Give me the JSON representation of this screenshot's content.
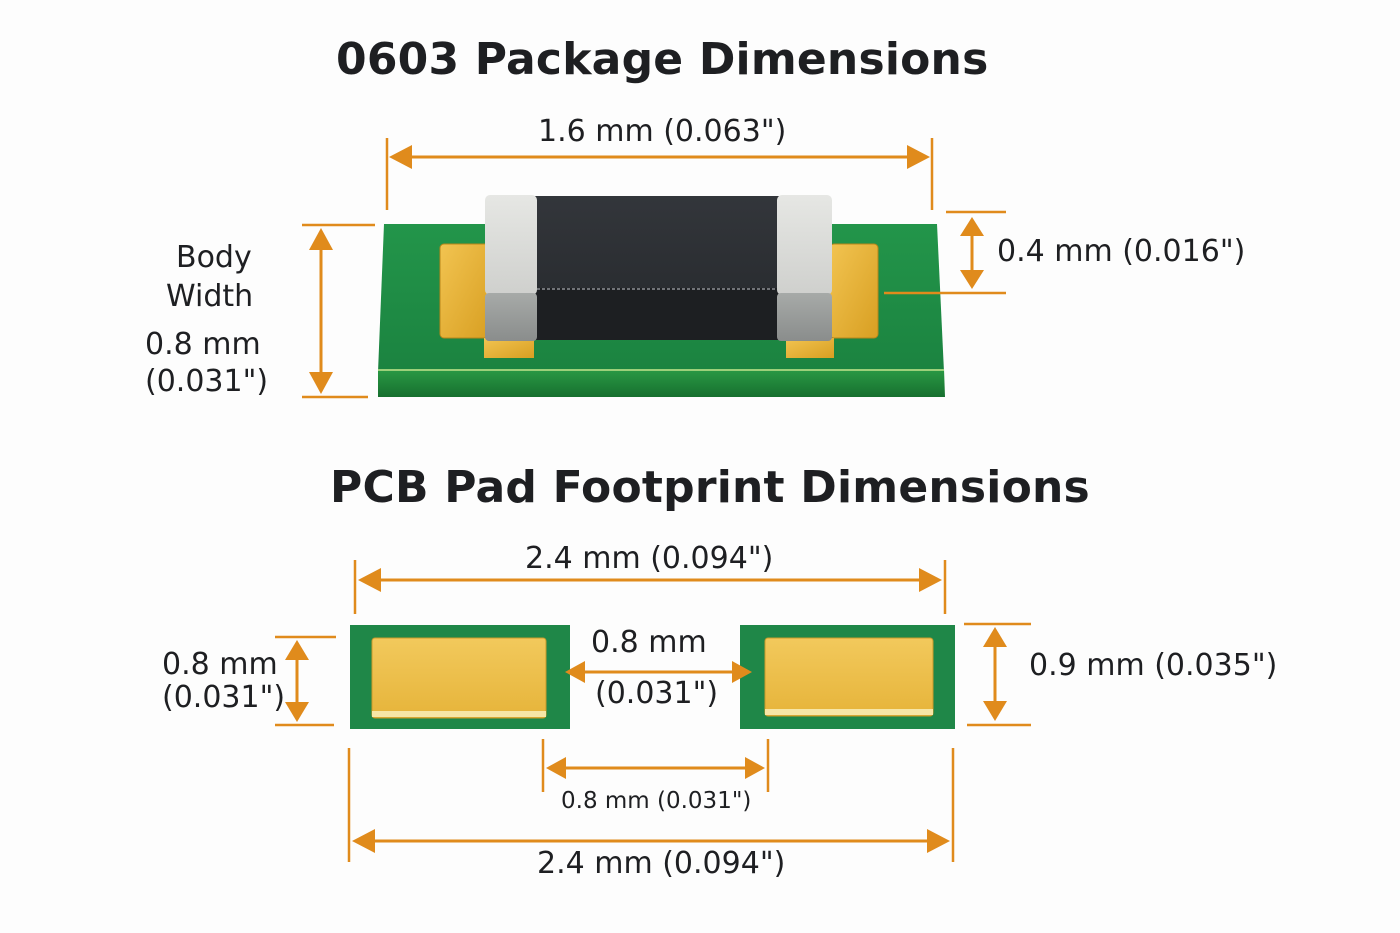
{
  "package_section": {
    "title": "0603 Package Dimensions",
    "length_label": "1.6 mm (0.063\")",
    "body_width_caption_line1": "Body",
    "body_width_caption_line2": "Width",
    "body_width_value": "0.8 mm",
    "body_width_inches": "(0.031\")",
    "height_label": "0.4 mm (0.016\")"
  },
  "footprint_section": {
    "title": "PCB Pad Footprint Dimensions",
    "overall_top_label": "2.4 mm (0.094\")",
    "pad_length_value": "0.8 mm",
    "pad_length_inches": "(0.031\")",
    "gap_value": "0.8 mm",
    "gap_inches": "(0.031\")",
    "pad_width_label": "0.9 mm (0.035\")",
    "inner_span_label": "0.8 mm (0.031\")",
    "overall_bottom_label": "2.4 mm (0.094\")"
  },
  "colors": {
    "dimension_line": "#e08b1c",
    "pcb_green": "#1f8a3e",
    "pad_gold": "#e8b83a",
    "body_black": "#2a2c30",
    "terminal_silver": "#c9cbc8",
    "text": "#1e1f22",
    "background": "#fdfdfd"
  }
}
